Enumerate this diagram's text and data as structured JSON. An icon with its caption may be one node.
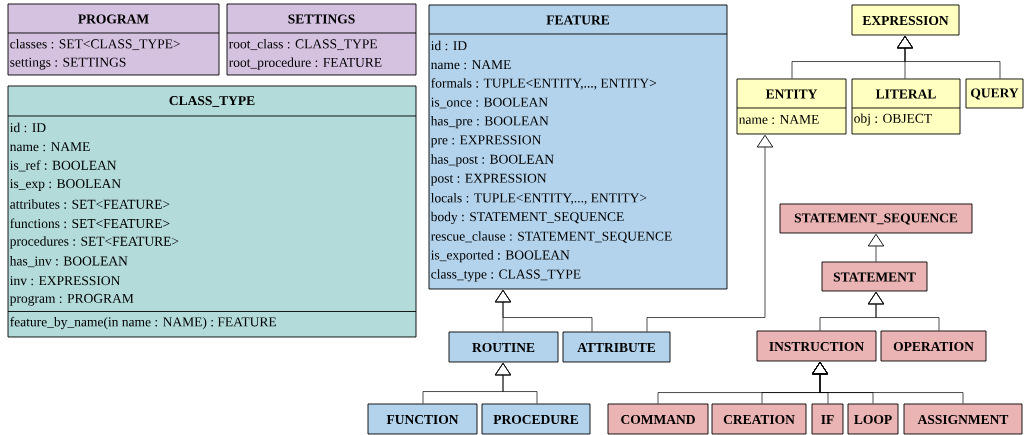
{
  "diagram": {
    "nodes": [
      {
        "text": [
          "PROGRAM",
          "classes : SET<CLASS_TYPE>",
          "settings : SETTINGS"
        ]
      },
      {
        "text": [
          "SETTINGS",
          "root_class : CLASS_TYPE",
          "root_procedure : FEATURE"
        ]
      },
      {
        "text": [
          "CLASS_TYPE",
          "id : ID",
          "name : NAME",
          "is_ref : BOOLEAN",
          "is_exp : BOOLEAN",
          "attributes : SET<FEATURE>",
          "functions : SET<FEATURE>",
          "procedures : SET<FEATURE>",
          "has_inv : BOOLEAN",
          "inv : EXPRESSION",
          "program : PROGRAM",
          "feature_by_name(in name : NAME) : FEATURE"
        ]
      },
      {
        "text": [
          "FEATURE",
          "id : ID",
          "name : NAME",
          "formals : TUPLE<ENTITY,..., ENTITY>",
          "is_once : BOOLEAN",
          "has_pre : BOOLEAN",
          "pre : EXPRESSION",
          "has_post : BOOLEAN",
          "post : EXPRESSION",
          "locals : TUPLE<ENTITY,..., ENTITY>",
          "body : STATEMENT_SEQUENCE",
          "rescue_clause : STATEMENT_SEQUENCE",
          "is_exported : BOOLEAN",
          "class_type : CLASS_TYPE"
        ]
      },
      {
        "text": [
          "EXPRESSION"
        ]
      },
      {
        "text": [
          "ENTITY",
          "name : NAME"
        ]
      },
      {
        "text": [
          "LITERAL",
          "obj : OBJECT"
        ]
      },
      {
        "text": [
          "QUERY"
        ]
      },
      {
        "text": [
          "STATEMENT_SEQUENCE"
        ]
      },
      {
        "text": [
          "STATEMENT"
        ]
      },
      {
        "text": [
          "ROUTINE"
        ]
      },
      {
        "text": [
          "ATTRIBUTE"
        ]
      },
      {
        "text": [
          "INSTRUCTION"
        ]
      },
      {
        "text": [
          "OPERATION"
        ]
      },
      {
        "text": [
          "FUNCTION"
        ]
      },
      {
        "text": [
          "PROCEDURE"
        ]
      },
      {
        "text": [
          "COMMAND"
        ]
      },
      {
        "text": [
          "CREATION"
        ]
      },
      {
        "text": [
          "IF"
        ]
      },
      {
        "text": [
          "LOOP"
        ]
      },
      {
        "text": [
          "ASSIGNMENT"
        ]
      }
    ],
    "edges": [
      {
        "from": 5,
        "to": 4,
        "arrow": "to"
      },
      {
        "from": 6,
        "to": 4,
        "arrow": "to"
      },
      {
        "from": 7,
        "to": 4,
        "arrow": "to"
      },
      {
        "from": 10,
        "to": 3,
        "arrow": "to"
      },
      {
        "from": 11,
        "to": 3,
        "arrow": "to"
      },
      {
        "from": 11,
        "to": 5,
        "arrow": "to"
      },
      {
        "from": 14,
        "to": 10,
        "arrow": "to"
      },
      {
        "from": 15,
        "to": 10,
        "arrow": "to"
      },
      {
        "from": 9,
        "to": 8,
        "arrow": "to"
      },
      {
        "from": 12,
        "to": 9,
        "arrow": "to"
      },
      {
        "from": 13,
        "to": 9,
        "arrow": "to"
      },
      {
        "from": 16,
        "to": 12,
        "arrow": "to"
      },
      {
        "from": 17,
        "to": 12,
        "arrow": "to"
      },
      {
        "from": 18,
        "to": 12,
        "arrow": "to"
      },
      {
        "from": 19,
        "to": 12,
        "arrow": "to"
      },
      {
        "from": 20,
        "to": 12,
        "arrow": "to"
      }
    ]
  }
}
